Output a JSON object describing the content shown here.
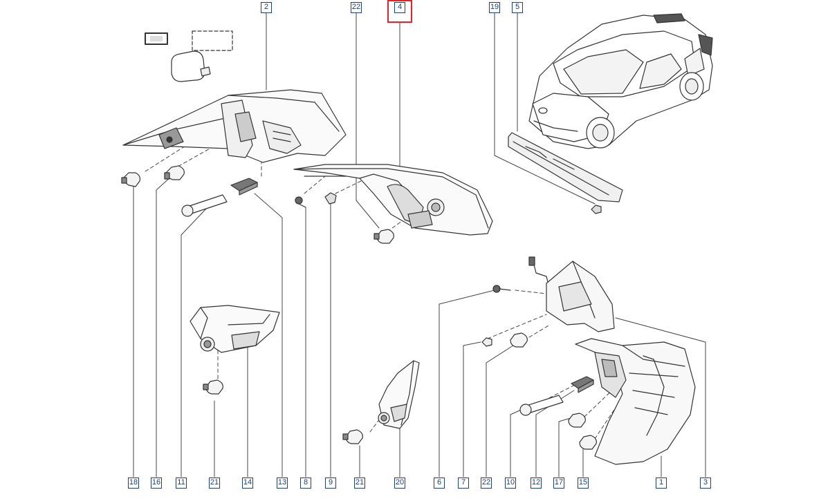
{
  "diagram": {
    "highlighted_callout": "4",
    "highlight_color": "#e8202a",
    "callout_color": "#1f3d7a"
  },
  "callouts_top": [
    "2",
    "22",
    "4",
    "19",
    "5"
  ],
  "callouts_bottom": [
    "18",
    "16",
    "11",
    "21",
    "14",
    "13",
    "8",
    "9",
    "21",
    "20",
    "6",
    "7",
    "22",
    "10",
    "12",
    "17",
    "15",
    "1",
    "3"
  ]
}
